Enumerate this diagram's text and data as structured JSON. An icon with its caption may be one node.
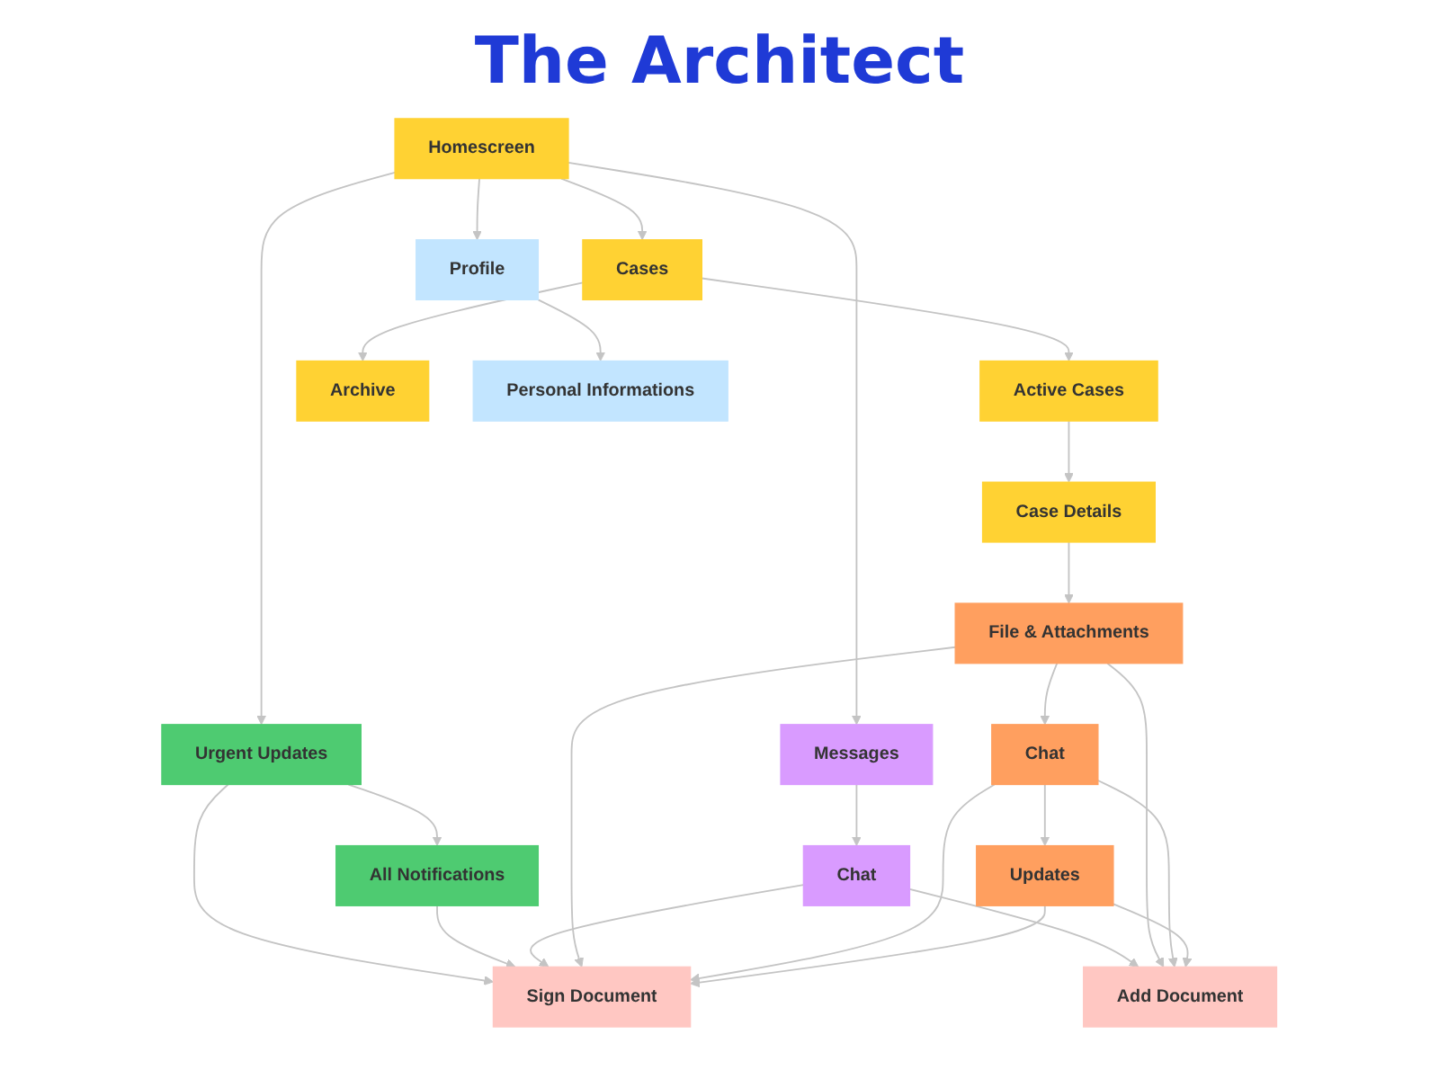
{
  "diagram": {
    "title": "The Architect",
    "nodes": [
      {
        "text": [
          "Homescreen"
        ]
      },
      {
        "text": [
          "Cases"
        ]
      },
      {
        "text": [
          "Urgent Updates"
        ]
      },
      {
        "text": [
          "Messages"
        ]
      },
      {
        "text": [
          "Profile"
        ]
      },
      {
        "text": [
          "Active Cases"
        ]
      },
      {
        "text": [
          "Archive"
        ]
      },
      {
        "text": [
          "All Notifications"
        ]
      },
      {
        "text": [
          "Chat"
        ]
      },
      {
        "text": [
          "Personal Informations"
        ]
      },
      {
        "text": [
          "Case Details"
        ]
      },
      {
        "text": [
          "File & Attachments"
        ]
      },
      {
        "text": [
          "Sign Document"
        ]
      },
      {
        "text": [
          "Chat"
        ]
      },
      {
        "text": [
          "Add Document"
        ]
      },
      {
        "text": [
          "Updates"
        ]
      }
    ],
    "edges": [
      {
        "from": 0,
        "to": 1,
        "arrow": "to"
      },
      {
        "from": 0,
        "to": 2,
        "arrow": "to"
      },
      {
        "from": 0,
        "to": 3,
        "arrow": "to"
      },
      {
        "from": 0,
        "to": 4,
        "arrow": "to"
      },
      {
        "from": 1,
        "to": 5,
        "arrow": "to"
      },
      {
        "from": 1,
        "to": 6,
        "arrow": "to"
      },
      {
        "from": 2,
        "to": 7,
        "arrow": "to"
      },
      {
        "from": 2,
        "to": 12,
        "arrow": "to"
      },
      {
        "from": 3,
        "to": 8,
        "arrow": "to"
      },
      {
        "from": 4,
        "to": 9,
        "arrow": "to"
      },
      {
        "from": 5,
        "to": 10,
        "arrow": "to"
      },
      {
        "from": 10,
        "to": 11,
        "arrow": "to"
      },
      {
        "from": 7,
        "to": 12,
        "arrow": "to"
      },
      {
        "from": 8,
        "to": 12,
        "arrow": "to"
      },
      {
        "from": 8,
        "to": 14,
        "arrow": "to"
      },
      {
        "from": 11,
        "to": 13,
        "arrow": "to"
      },
      {
        "from": 13,
        "to": 15,
        "arrow": "to"
      },
      {
        "from": 11,
        "to": 12,
        "arrow": "to"
      },
      {
        "from": 11,
        "to": 14,
        "arrow": "to"
      },
      {
        "from": 13,
        "to": 12,
        "arrow": "to"
      },
      {
        "from": 13,
        "to": 14,
        "arrow": "to"
      },
      {
        "from": 15,
        "to": 12,
        "arrow": "to"
      },
      {
        "from": 15,
        "to": 14,
        "arrow": "to"
      }
    ]
  }
}
